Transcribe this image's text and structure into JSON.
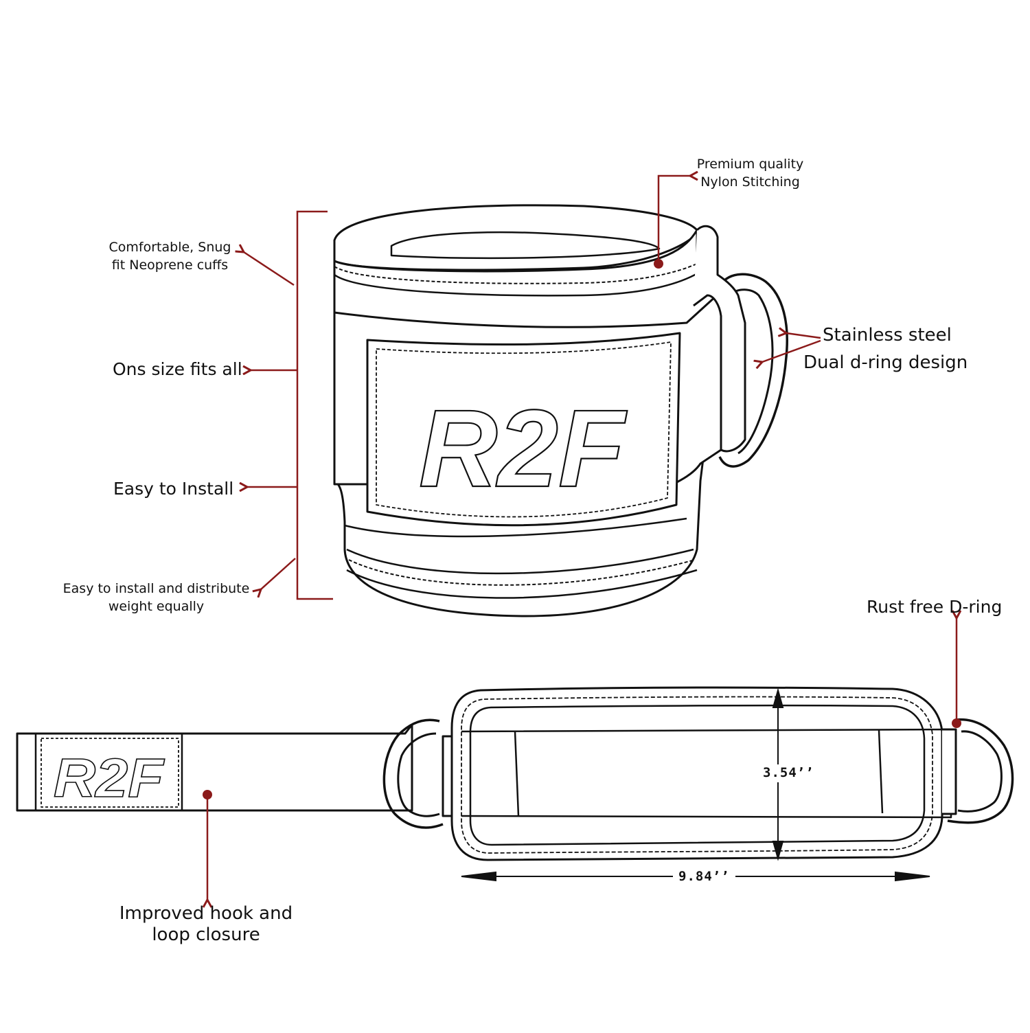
{
  "colors": {
    "accent": "#8b1a1a",
    "outline": "#111111",
    "background": "#ffffff"
  },
  "brand": {
    "logo_text": "R2F"
  },
  "callouts": {
    "stitching": {
      "line1": "Premium quality",
      "line2": "Nylon Stitching"
    },
    "neoprene": {
      "line1": "Comfortable, Snug",
      "line2": "fit Neoprene cuffs"
    },
    "size": {
      "text": "Ons size fits all"
    },
    "install": {
      "text": "Easy to Install"
    },
    "distribute": {
      "line1": "Easy to install and distribute",
      "line2": "weight equally"
    },
    "steel": {
      "line1": "Stainless steel",
      "line2": "Dual d-ring design"
    },
    "rust": {
      "text": "Rust free D-ring"
    },
    "closure": {
      "line1": "Improved hook and",
      "line2": "loop closure"
    }
  },
  "dimensions": {
    "height": "3.54’’",
    "width": "9.84’’"
  }
}
